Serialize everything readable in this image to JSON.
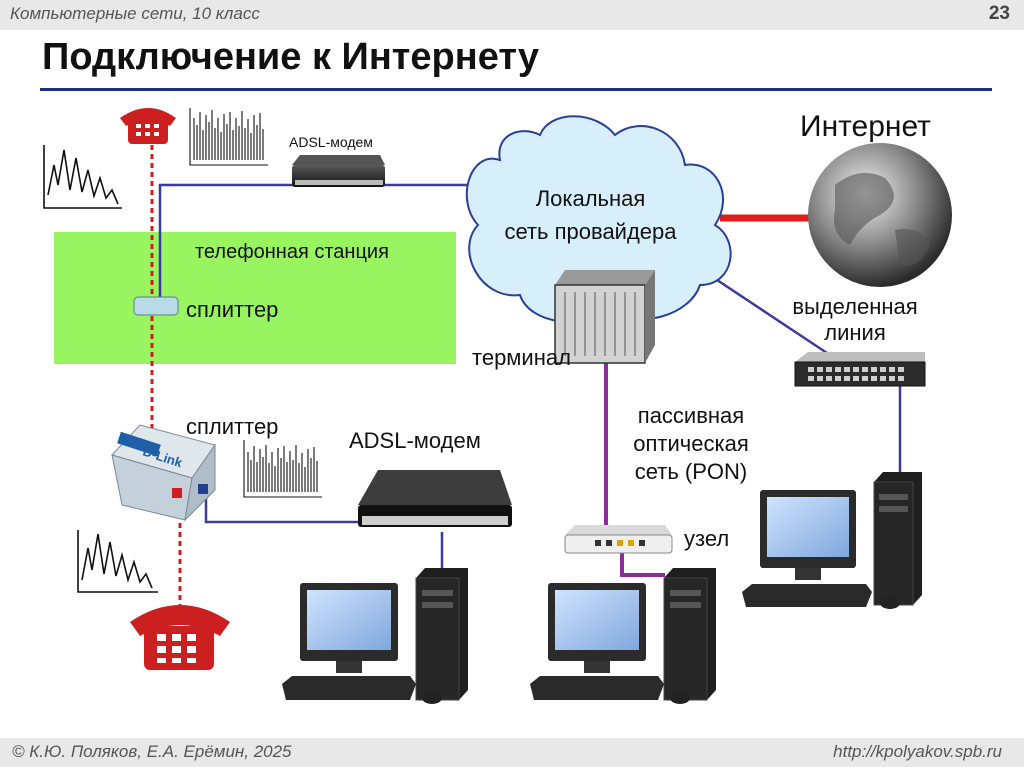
{
  "header": {
    "course": "Компьютерные сети, 10 класс",
    "slide_number": "23"
  },
  "title": "Подключение к Интернету",
  "footer": {
    "authors": "© К.Ю. Поляков, Е.А. Ерёмин, 2025",
    "url": "http://kpolyakov.spb.ru"
  },
  "labels": {
    "adsl_small": "ADSL-модем",
    "phone_station": "телефонная станция",
    "splitter_station": "сплиттер",
    "splitter_home": "сплиттер",
    "adsl_large": "ADSL-модем",
    "lan_line1": "Локальная",
    "lan_line2": "сеть провайдера",
    "internet": "Интернет",
    "terminal": "терминал",
    "leased_line1": "выделенная",
    "leased_line2": "линия",
    "pon_line1": "пассивная",
    "pon_line2": "оптическая",
    "pon_line3": "сеть (PON)",
    "node": "узел",
    "splitter_device_brand": "D-Link"
  },
  "icons": [
    "telephone-icon",
    "waveform-icon",
    "modem-icon",
    "splitter-icon",
    "cloud-icon",
    "globe-icon",
    "switch-icon",
    "computer-icon"
  ],
  "colors": {
    "station_fill": "#99f55f",
    "phone_red": "#cc1f1f",
    "link_blue": "#3a3ca0",
    "pon_purple": "#8a2d9a",
    "internet_red": "#e21b1b",
    "cloud_fill": "#d6effb",
    "title_rule": "#1a2f8c"
  }
}
